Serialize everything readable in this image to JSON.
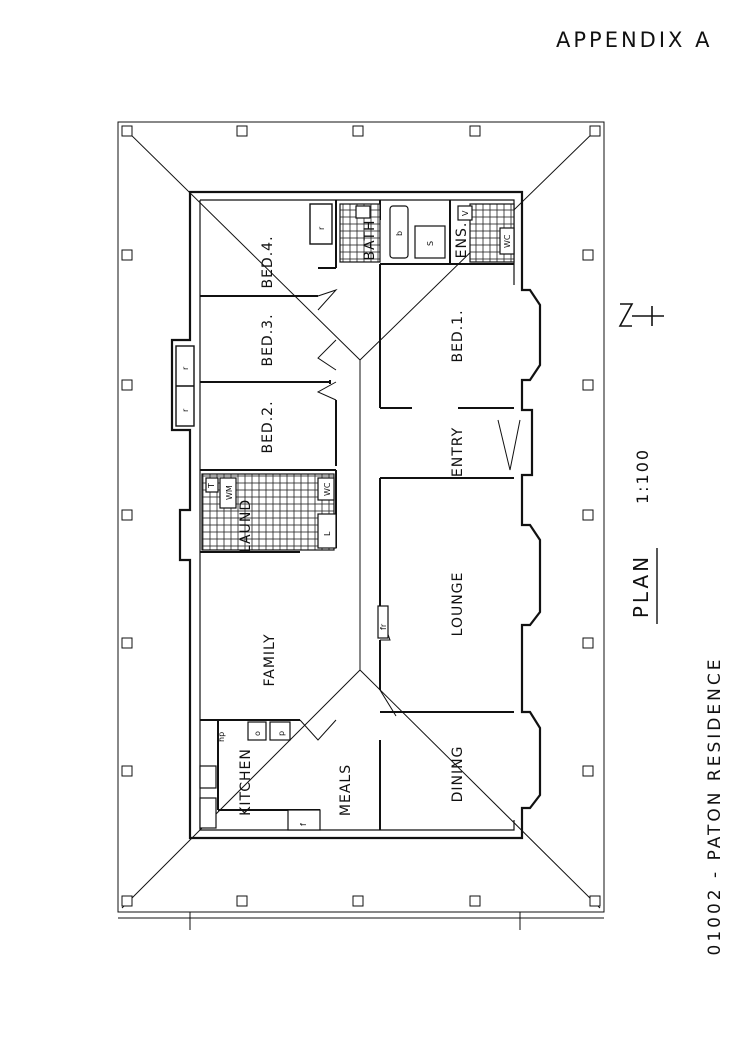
{
  "header": {
    "appendix": "APPENDIX A"
  },
  "plan": {
    "title": "PLAN",
    "scale": "1:100",
    "residence": "01002 - PATON RESIDENCE",
    "north": "N"
  },
  "rooms": {
    "bed4": "BED.4.",
    "bed3": "BED.3.",
    "bed2": "BED.2.",
    "bed1": "BED.1.",
    "bath": "BATH",
    "ens": "ENS.",
    "laund": "LAUND",
    "entry": "ENTRY",
    "family": "FAMILY",
    "lounge": "LOUNGE",
    "kitchen": "KITCHEN",
    "meals": "MEALS",
    "dining": "DINING"
  },
  "fixtures": {
    "robe": "r",
    "wc": "WC",
    "vanity": "V",
    "shower": "S",
    "bath_b": "b",
    "linen": "L",
    "hot_plate": "hp",
    "oven": "o",
    "pantry": "p",
    "fridge": "f",
    "trough": "T",
    "washer": "WM",
    "fireplace": "fr"
  }
}
